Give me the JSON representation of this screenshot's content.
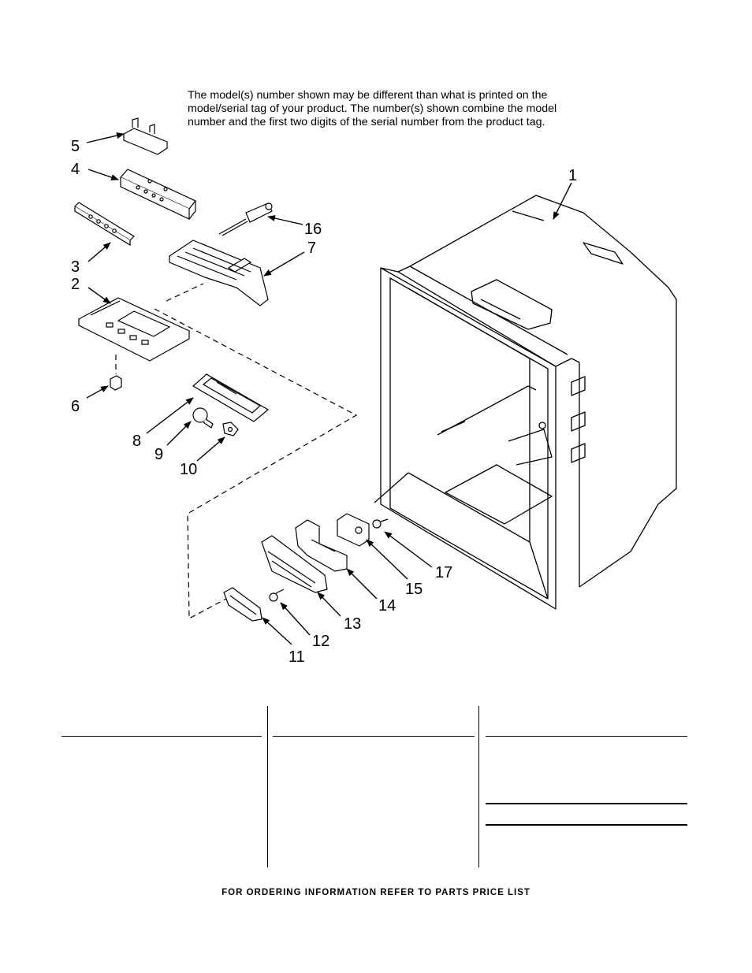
{
  "notice": {
    "line1": "The model(s) number shown may be different than what is printed on the",
    "line2": "model/serial tag of your product. The number(s) shown combine the model",
    "line3": "number and the first two digits of the serial number from the product tag."
  },
  "callouts": [
    "1",
    "2",
    "3",
    "4",
    "5",
    "6",
    "7",
    "8",
    "9",
    "10",
    "11",
    "12",
    "13",
    "14",
    "15",
    "16",
    "17"
  ],
  "footer": {
    "ordering_text": "FOR ORDERING INFORMATION REFER TO PARTS PRICE LIST"
  }
}
